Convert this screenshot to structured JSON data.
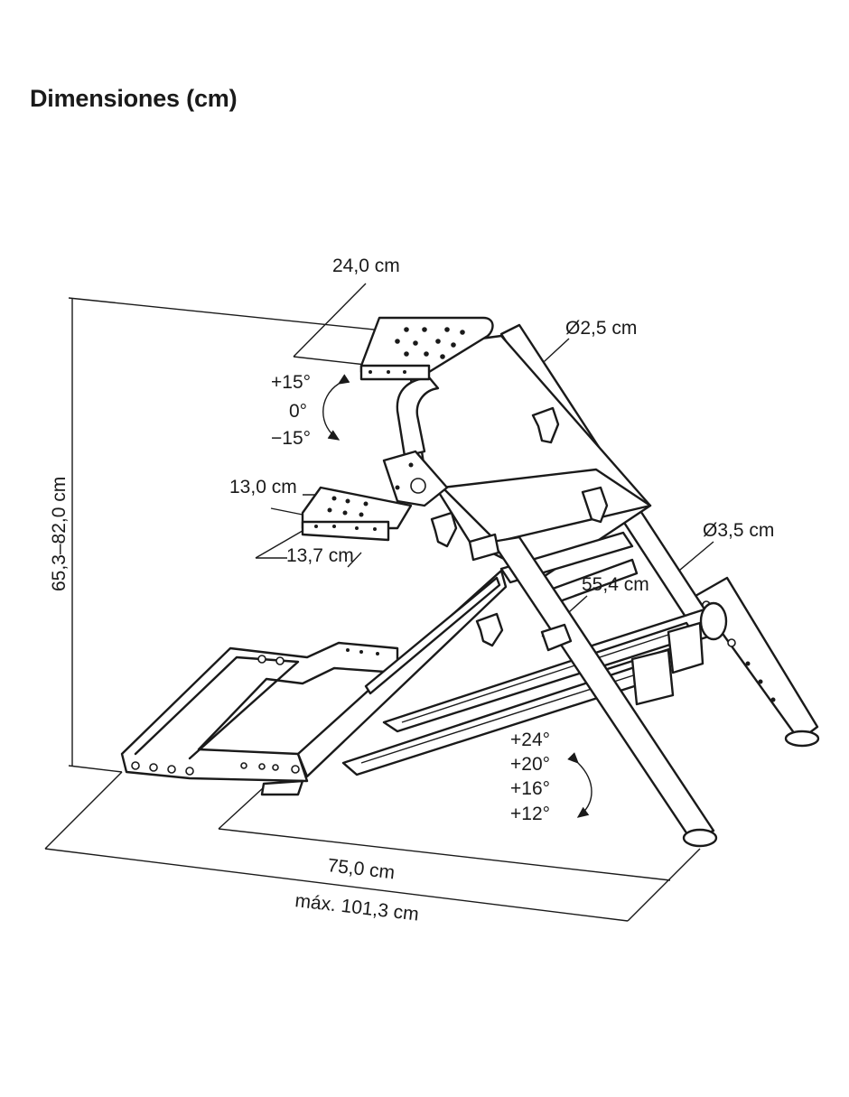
{
  "title": "Dimensiones (cm)",
  "dimensions": {
    "plate_width": "24,0 cm",
    "tube_small_diameter": "Ø2,5 cm",
    "plate_tilt": [
      "+15°",
      "0°",
      "−15°"
    ],
    "pedal_plate_depth": "13,0 cm",
    "pedal_plate_width": "13,7 cm",
    "height_range": "65,3–82,0 cm",
    "tube_large_diameter": "Ø3,5 cm",
    "width_depth": "55,4 cm",
    "pedal_tilt": [
      "+24°",
      "+20°",
      "+16°",
      "+12°"
    ],
    "base_length": "75,0 cm",
    "max_length": "máx. 101,3 cm"
  }
}
